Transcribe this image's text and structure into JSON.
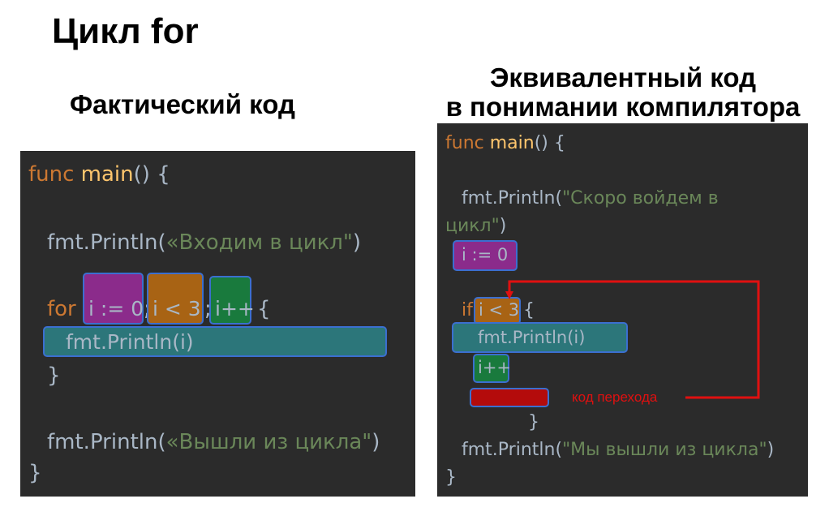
{
  "title": "Цикл for",
  "left": {
    "heading": "Фактический код",
    "lines": {
      "func_kw": "func",
      "func_name": "main",
      "func_rest": "() {",
      "print1_obj": "fmt.",
      "print1_fn": "Println",
      "print1_open": "(",
      "print1_str": "«Входим в цикл\"",
      "print1_close": ")",
      "for_kw": "for",
      "for_sep1": ";",
      "for_sep2": ";",
      "for_brace": "{",
      "close_brace_inner": "}",
      "print3_obj": "fmt.",
      "print3_fn": "Println",
      "print3_open": "(",
      "print3_str": "«Вышли из цикла\"",
      "print3_close": ")",
      "close_brace_outer": "}"
    },
    "boxes": {
      "init": "i := 0",
      "cond": "i < 3",
      "post": "i++",
      "body": "fmt.Println(i)"
    }
  },
  "right": {
    "heading_line1": "Эквивалентный код",
    "heading_line2": "в понимании компилятора",
    "lines": {
      "func_kw": "func",
      "func_name": "main",
      "func_rest": "() {",
      "print1_obj": "fmt.",
      "print1_fn": "Println",
      "print1_open": "(",
      "print1_str_a": "\"Скоро войдем в",
      "print1_str_b": "цикл\"",
      "print1_close": ")",
      "if_kw": "if",
      "if_brace": "{",
      "close_brace_inner": "}",
      "print2_obj": "fmt.",
      "print2_fn": "Println",
      "print2_open": "(",
      "print2_str": "\"Мы вышли из цикла\"",
      "print2_close": ")",
      "close_brace_outer": "}"
    },
    "boxes": {
      "init": "i := 0",
      "cond": "i < 3",
      "body": "fmt.Println(i)",
      "post": "i++"
    },
    "jump_label": "код перехода"
  },
  "colors": {
    "panel_bg": "#2b2b2b",
    "keyword": "#cc7832",
    "function": "#ffc66d",
    "string": "#6a8759",
    "text": "#a9b7c6",
    "box_border": "#3b6fd0",
    "init_box": "#8b2b8b",
    "cond_box": "#a86314",
    "post_box": "#197a3d",
    "body_box": "#2c767a",
    "jump_box": "#b40b0b",
    "arrow": "#e01010"
  }
}
